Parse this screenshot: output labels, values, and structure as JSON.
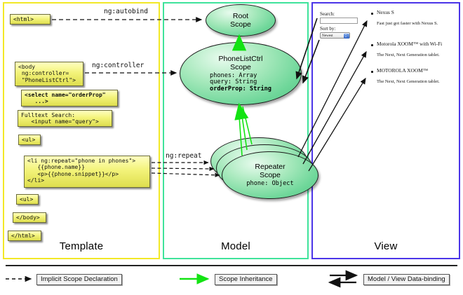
{
  "panels": {
    "template": {
      "label": "Template",
      "border_color": "#f2e827"
    },
    "model": {
      "label": "Model",
      "border_color": "#3fe39b"
    },
    "view": {
      "label": "View",
      "border_color": "#4b35e8"
    }
  },
  "template_boxes": [
    {
      "id": "html-open",
      "text": "<html>"
    },
    {
      "id": "body-open",
      "text": "<body\n ng:controller=\n \"PhoneListCtrl\">"
    },
    {
      "id": "select",
      "text": "<select name=\"orderProp\"\n   ...>",
      "bold": true
    },
    {
      "id": "fulltext",
      "text": "Fulltext Search:\n   <input name=\"query\">"
    },
    {
      "id": "ul-open",
      "text": "<ul>"
    },
    {
      "id": "li-repeat",
      "text": "<li ng:repeat=\"phone in phones\">\n   {{phone.name}}\n   <p>{{phone.snippet}}</p>\n</li>"
    },
    {
      "id": "ul-close",
      "text": "<ul>"
    },
    {
      "id": "body-close",
      "text": "</body>"
    },
    {
      "id": "html-close",
      "text": "</html>"
    }
  ],
  "edge_labels": {
    "autobind": "ng:autobind",
    "controller": "ng:controller",
    "repeat": "ng:repeat"
  },
  "scopes": [
    {
      "id": "root-scope",
      "title": "Root\nScope",
      "props": ""
    },
    {
      "id": "phonelist-scope",
      "title": "PhoneListCtrl\nScope",
      "props_plain": "phones: Array\nquery: String",
      "props_bold": "orderProp: String"
    },
    {
      "id": "repeater-scope",
      "title": "Repeater\nScope",
      "props": "phone: Object"
    }
  ],
  "view": {
    "search_label": "Search:",
    "search_value": "",
    "sort_label": "Sort by:",
    "sort_selected": "Newest",
    "phones": [
      {
        "name": "Nexus S",
        "snippet": "Fast just got faster with Nexus S."
      },
      {
        "name": "Motorola XOOM™  with Wi-Fi",
        "snippet": "The Next, Next Generation tablet."
      },
      {
        "name": "MOTOROLA XOOM™",
        "snippet": "The Next, Next Generation tablet."
      }
    ]
  },
  "legend": [
    {
      "id": "implicit",
      "label": "Implicit Scope Declaration",
      "style": "dashed-arrow",
      "color": "#111111"
    },
    {
      "id": "inherit",
      "label": "Scope Inheritance",
      "style": "solid-arrow",
      "color": "#13e313"
    },
    {
      "id": "databind",
      "label": "Model / View Data-binding",
      "style": "double-arrow",
      "color": "#111111"
    }
  ]
}
